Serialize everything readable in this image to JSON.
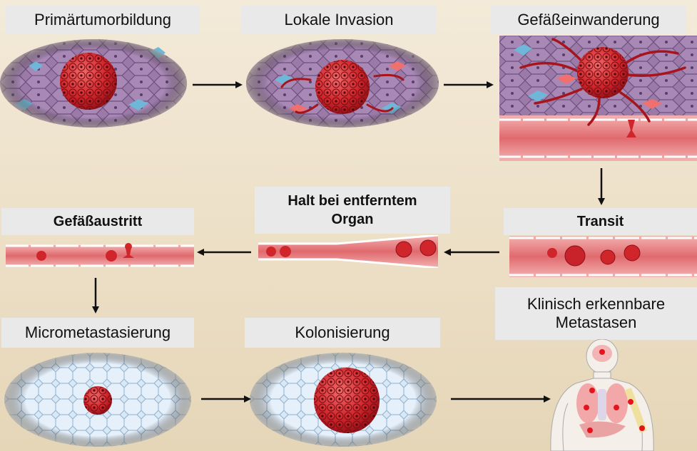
{
  "steps": {
    "primary": "Primärtumorbildung",
    "invasion": "Lokale Invasion",
    "intravasation": "Gefäßeinwanderung",
    "transit": "Transit",
    "arrest_line1": "Halt bei entferntem",
    "arrest_line2": "Organ",
    "extravasation": "Gefäßaustritt",
    "micrometastasis": "Micrometastasierung",
    "colonization": "Kolonisierung",
    "clinical_line1": "Klinisch erkennbare",
    "clinical_line2": "Metastasen"
  },
  "colors": {
    "tissue": "#8a6a9a",
    "tumor": "#d0262b",
    "vessel": "#e58a8a",
    "blood": "#cc2a35",
    "stroma_cell": "#bcd7ee",
    "body": "#f2ede6"
  }
}
